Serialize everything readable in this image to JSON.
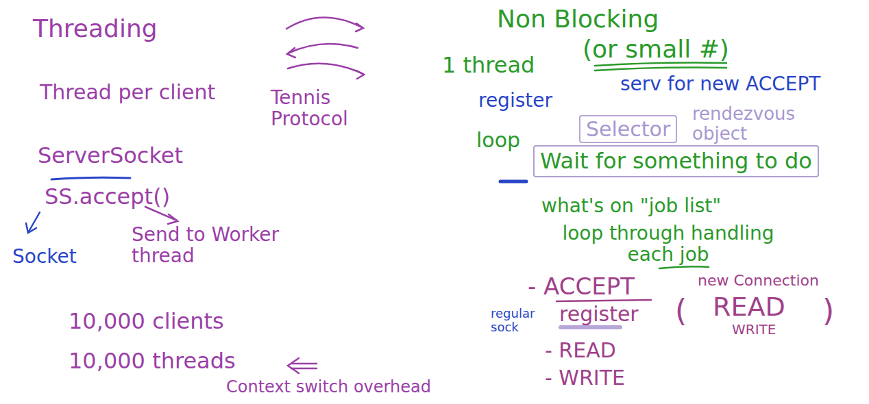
{
  "diagram": {
    "nodes": [
      {
        "text": [
          "Selector"
        ]
      },
      {
        "text": [
          "Wait for something to do"
        ]
      }
    ],
    "labels": [
      "Threading",
      "Thread per client",
      "Tennis Protocol",
      "ServerSocket",
      "SS.accept()",
      "Socket",
      "Send to Worker thread",
      "10,000 clients",
      "10,000 threads",
      "Context switch overhead",
      "Non Blocking",
      "1 thread",
      "(or small #)",
      "register",
      "loop",
      "serv for new ACCEPT",
      "rendezvous object",
      "what's on \"job list\"",
      "loop through handling each job",
      "- ACCEPT",
      "new Connection",
      "regular sock",
      "register",
      "(",
      "READ",
      "WRITE",
      ")",
      "- READ",
      "- WRITE"
    ]
  }
}
